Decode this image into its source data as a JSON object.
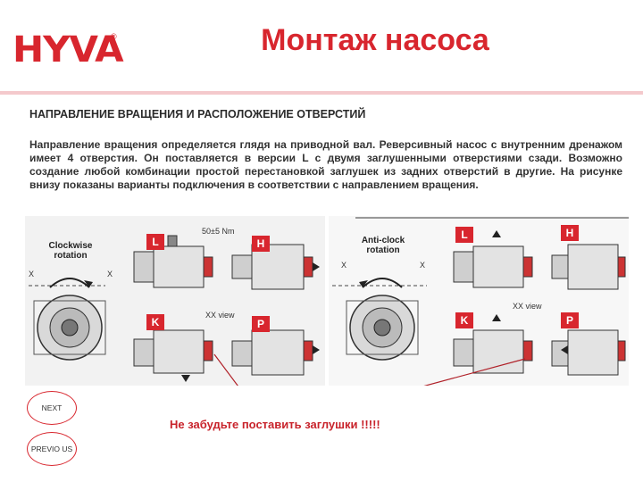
{
  "header": {
    "logo_text": "HYVA",
    "logo_mark": "®",
    "title": "Монтаж насоса"
  },
  "content": {
    "heading": "НАПРАВЛЕНИЕ ВРАЩЕНИЯ И РАСПОЛОЖЕНИЕ ОТВЕРСТИЙ",
    "paragraph": "Направление вращения определяется глядя на приводной вал. Реверсивный насос с внутренним дренажом имеет 4 отверстия. Он поставляется в версии L с двумя заглушенными отверстиями сзади. Возможно создание любой комбинации простой перестановкой заглушек из задних отверстий в другие. На рисунке внизу показаны варианты подключения в соответствии с направлением вращения."
  },
  "diagram": {
    "left_panel": {
      "rotation_label": "Clockwise rotation",
      "torque": "50±5 Nm",
      "view_label": "XX view",
      "axis_mark": "X",
      "variants": [
        "L",
        "H",
        "K",
        "P"
      ]
    },
    "right_panel": {
      "rotation_label": "Anti-clock rotation",
      "view_label": "XX view",
      "axis_mark": "X",
      "variants": [
        "L",
        "H",
        "K",
        "P"
      ]
    }
  },
  "navigation": {
    "next_label": "NEXT",
    "previous_label": "PREVIO US"
  },
  "reminder": "Не забудьте поставить заглушки !!!!!",
  "colors": {
    "brand_red": "#d8262e",
    "rule_pink": "#f4c9cc",
    "text_dark": "#2a2a2a"
  }
}
